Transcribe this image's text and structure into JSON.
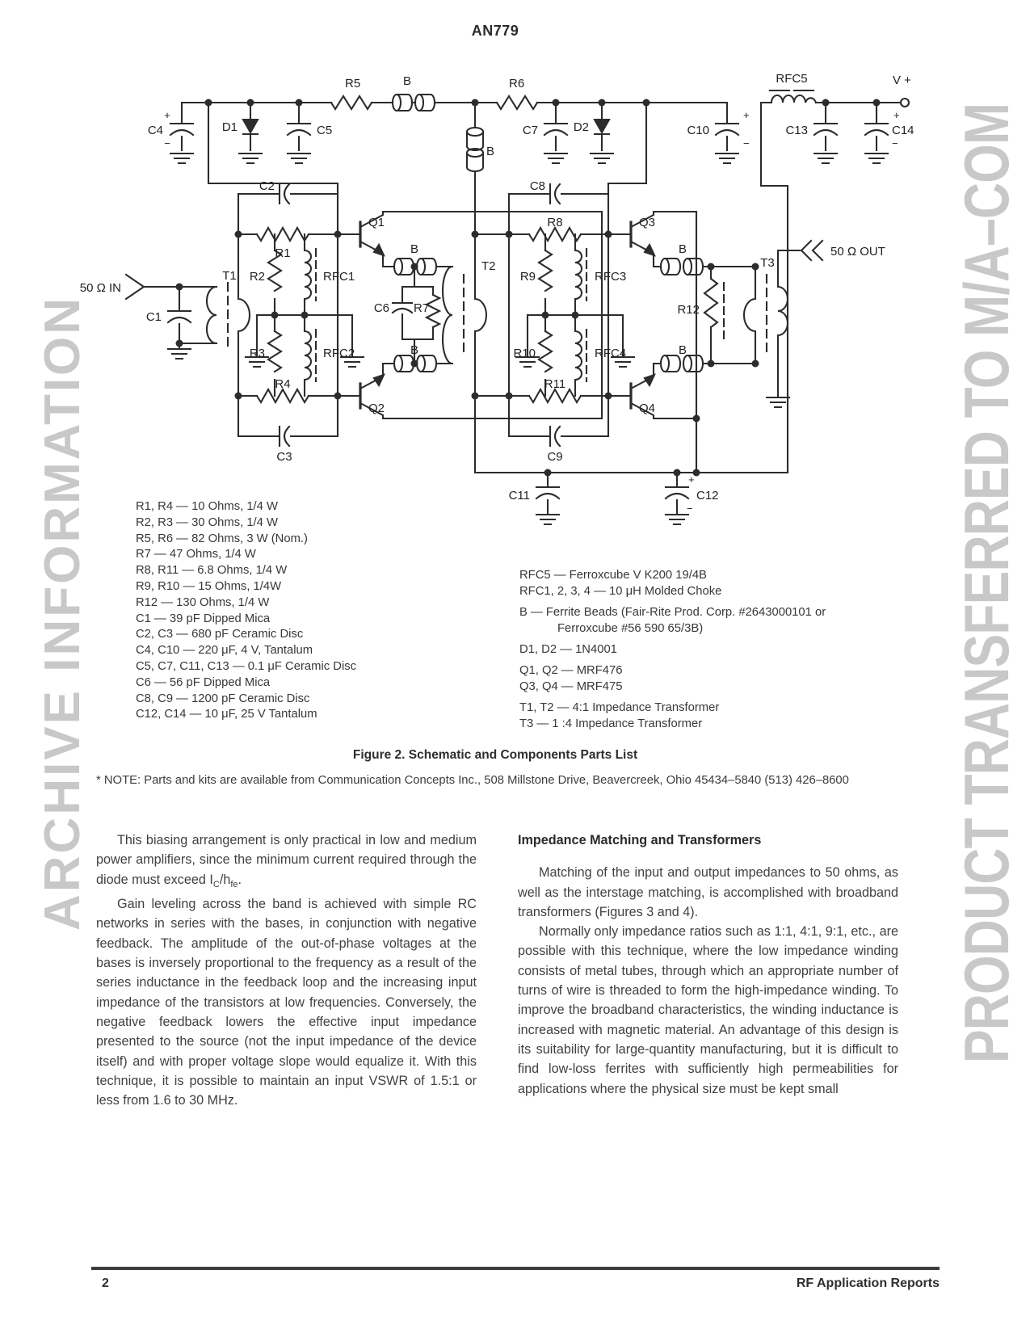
{
  "page": {
    "title": "AN779",
    "number": "2",
    "footer_right": "RF Application Reports"
  },
  "watermarks": {
    "left": "ARCHIVE INFORMATION",
    "right": "PRODUCT TRANSFERRED TO M/A–COM"
  },
  "figure": {
    "caption": "Figure 2. Schematic and Components Parts List",
    "note": "* NOTE: Parts and kits are available from Communication Concepts Inc., 508 Millstone Drive, Beavercreek, Ohio 45434–5840 (513) 426–8600"
  },
  "parts_list": {
    "left": [
      "R1, R4 — 10 Ohms, 1/4 W",
      "R2, R3 — 30 Ohms, 1/4 W",
      "R5, R6 — 82 Ohms, 3 W (Nom.)",
      "R7 — 47 Ohms, 1/4 W",
      "R8, R11 — 6.8 Ohms, 1/4 W",
      "R9, R10 — 15 Ohms, 1/4W",
      "R12 — 130 Ohms, 1/4 W",
      "C1 — 39 pF Dipped Mica",
      "C2, C3 — 680 pF Ceramic Disc",
      "C4, C10 — 220 μF, 4 V, Tantalum",
      "C5, C7, C11, C13 — 0.1 μF Ceramic Disc",
      "C6 — 56 pF Dipped Mica",
      "C8, C9 — 1200 pF Ceramic Disc",
      "C12, C14 — 10 μF, 25 V Tantalum"
    ],
    "right": [
      "RFC5 — Ferroxcube V K200 19/4B",
      "RFC1, 2, 3, 4 — 10 μH Molded Choke",
      "B — Ferrite Beads (Fair-Rite Prod. Corp. #2643000101 or",
      "Ferroxcube #56 590 65/3B)",
      "D1, D2 — 1N4001",
      "Q1, Q2 — MRF476",
      "Q3, Q4 — MRF475",
      "T1, T2 — 4:1 Impedance Transformer",
      "T3 — 1 :4 Impedance Transformer"
    ]
  },
  "schematic": {
    "labels": {
      "c1": "C1",
      "c2": "C2",
      "c3": "C3",
      "c4": "C4",
      "c5": "C5",
      "c6": "C6",
      "c7": "C7",
      "c8": "C8",
      "c9": "C9",
      "c10": "C10",
      "c11": "C11",
      "c12": "C12",
      "c13": "C13",
      "c14": "C14",
      "r1": "R1",
      "r2": "R2",
      "r3": "R3",
      "r4": "R4",
      "r5": "R5",
      "r6": "R6",
      "r7": "R7",
      "r8": "R8",
      "r9": "R9",
      "r10": "R10",
      "r11": "R11",
      "r12": "R12",
      "rfc1": "RFC1",
      "rfc2": "RFC2",
      "rfc3": "RFC3",
      "rfc4": "RFC4",
      "rfc5": "RFC5",
      "d1": "D1",
      "d2": "D2",
      "q1": "Q1",
      "q2": "Q2",
      "q3": "Q3",
      "q4": "Q4",
      "t1": "T1",
      "t2": "T2",
      "t3": "T3",
      "b": "B",
      "in": "50 Ω IN",
      "out": "50 Ω OUT",
      "vplus": "V +",
      "plus": "+",
      "minus": "−"
    }
  },
  "body": {
    "left": {
      "p1a": "This biasing arrangement is only practical in low and medium power amplifiers, since the minimum current required through the diode must exceed I",
      "p1sub1": "C",
      "p1b": "/h",
      "p1sub2": "fe",
      "p1c": ".",
      "p2": "Gain leveling across the band is achieved with simple RC networks in series with the bases, in conjunction with negative feedback. The amplitude of the out-of-phase voltages at the bases is inversely proportional to the frequency as a result of the series inductance in the feedback loop and the increasing input impedance of the transistors at low frequencies. Conversely, the negative feedback lowers the effective input impedance presented to the source (not the input impedance of the device itself) and with proper voltage slope would equalize it. With this technique, it is possible to maintain an input VSWR of 1.5:1 or less from 1.6 to 30 MHz."
    },
    "right": {
      "heading": "Impedance Matching and Transformers",
      "p1": "Matching of the input and output impedances to 50 ohms, as well as the interstage matching, is accomplished with broadband transformers (Figures 3 and 4).",
      "p2": "Normally only impedance ratios such as 1:1, 4:1, 9:1, etc., are possible with this technique, where the low impedance winding consists of metal tubes, through which an appropriate number of turns of wire is threaded to form the high-impedance winding. To improve the broadband characteristics, the winding inductance is increased with magnetic material. An advantage of this design is its suitability for large-quantity manufacturing, but it is difficult to find low-loss ferrites with sufficiently high permeabilities for applications where the physical size must be kept small"
    }
  }
}
